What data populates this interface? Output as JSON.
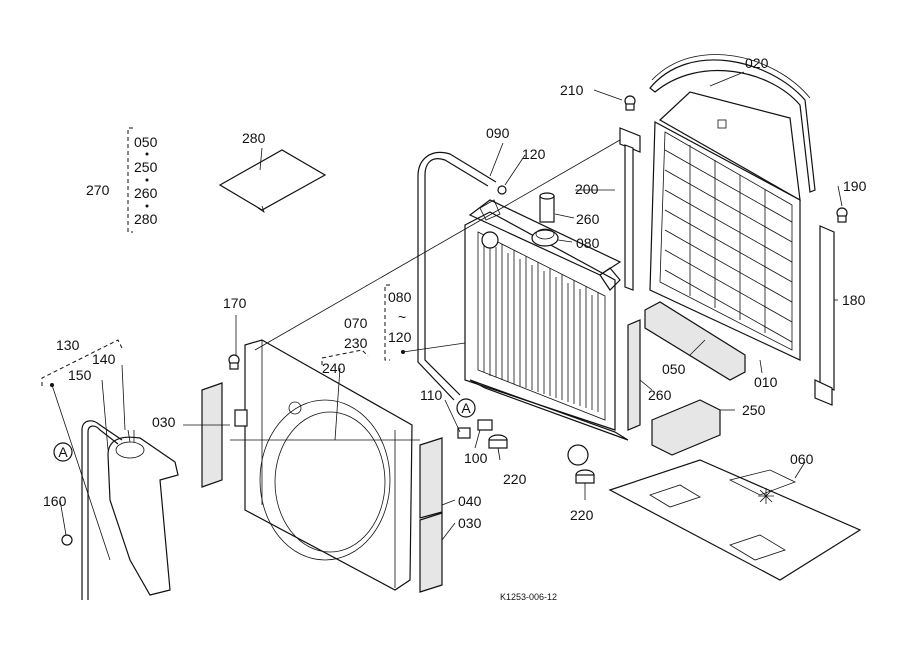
{
  "labels": {
    "l010": "010",
    "l020": "020",
    "l030a": "030",
    "l030b": "030",
    "l040": "040",
    "l050a": "050",
    "l050b": "050",
    "l060": "060",
    "l070": "070",
    "l080a": "080",
    "l080b": "080",
    "l090": "090",
    "l100": "100",
    "l110": "110",
    "l120a": "120",
    "l120b": "120",
    "l130": "130",
    "l140": "140",
    "l150": "150",
    "l160": "160",
    "l170": "170",
    "l180": "180",
    "l190": "190",
    "l200": "200",
    "l210": "210",
    "l220a": "220",
    "l220b": "220",
    "l230": "230",
    "l240": "240",
    "l250a": "250",
    "l250b": "250",
    "l260a": "260",
    "l260b": "260",
    "l260c": "260",
    "l270": "270",
    "l280a": "280",
    "l280b": "280"
  },
  "tilde": "~",
  "marker_letter": "A",
  "figure_code": "K1253-006-12",
  "colors": {
    "ink": "#111111",
    "paper": "#ffffff"
  }
}
